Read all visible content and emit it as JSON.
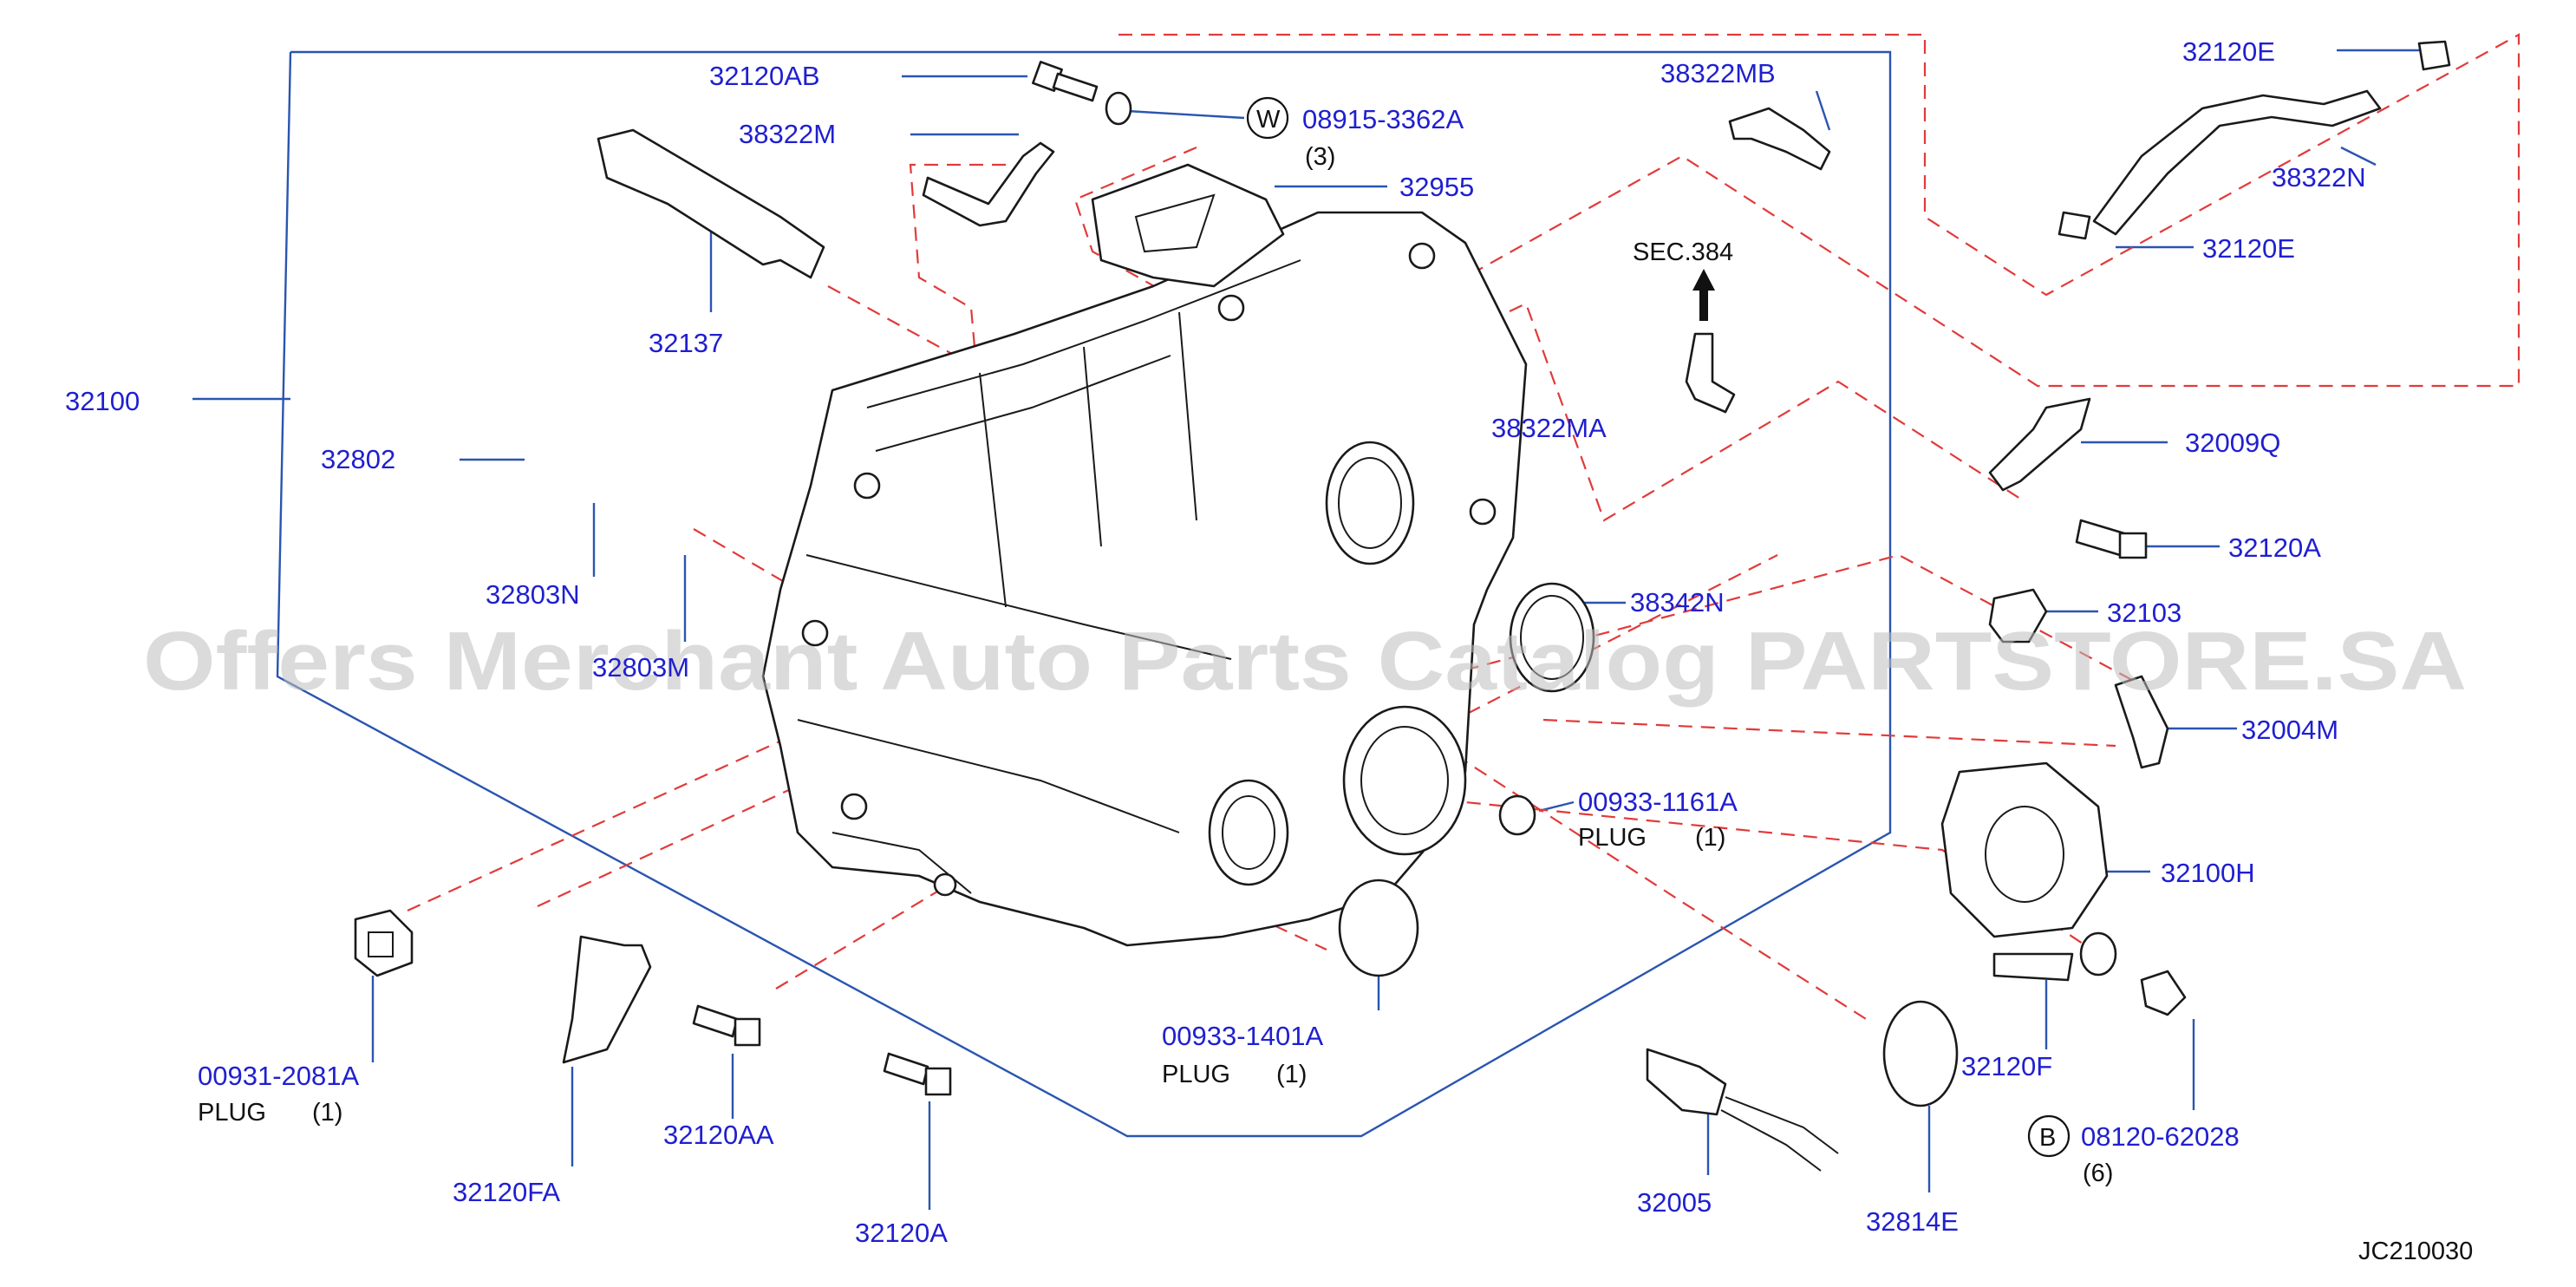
{
  "diagram": {
    "code": "JC210030",
    "watermark": "Offers Merchant Auto Parts Catalog PARTSTORE.SA",
    "colors": {
      "part_number": "#1f1fd0",
      "leader_line": "#2a55b0",
      "dashed_line": "#e23a3a",
      "outline": "#1a1a1a"
    },
    "callouts": {
      "p32120AB": "32120AB",
      "p38322M": "38322M",
      "w_symbol": "W",
      "p08915": "08915-3362A",
      "q08915": "(3)",
      "p38322MB": "38322MB",
      "p32120E_top": "32120E",
      "p38322N": "38322N",
      "p32120E_bot": "32120E",
      "p32955": "32955",
      "sec384": "SEC.384",
      "p32137": "32137",
      "p32100": "32100",
      "p32802": "32802",
      "p32803N": "32803N",
      "p32803M": "32803M",
      "p38322MA": "38322MA",
      "p32009Q": "32009Q",
      "p32120A_r": "32120A",
      "p38342N": "38342N",
      "p32103": "32103",
      "p32004M": "32004M",
      "p00933_1161": "00933-1161A",
      "plug_1161": "PLUG",
      "q1161": "(1)",
      "p32100H": "32100H",
      "p00931": "00931-2081A",
      "plug_00931": "PLUG",
      "q00931": "(1)",
      "p00933_1401": "00933-1401A",
      "plug_1401": "PLUG",
      "q1401": "(1)",
      "p32120F": "32120F",
      "b_symbol": "B",
      "p08120": "08120-62028",
      "q08120": "(6)",
      "p32120AA": "32120AA",
      "p32120FA": "32120FA",
      "p32120A_b": "32120A",
      "p32005": "32005",
      "p32814E": "32814E"
    }
  }
}
